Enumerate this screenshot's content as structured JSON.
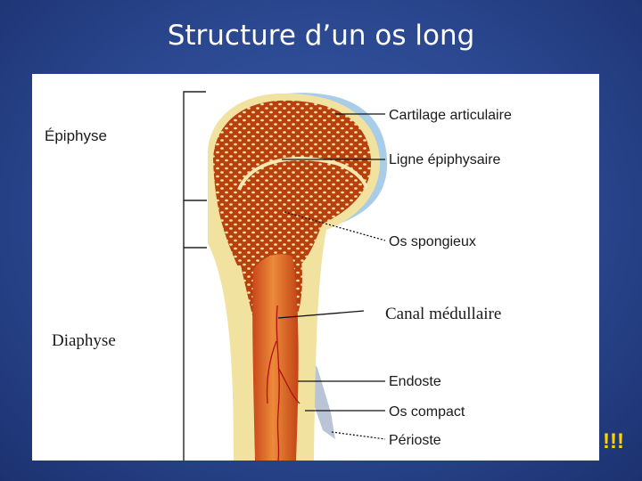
{
  "slide": {
    "title": "Structure d’un os long",
    "note": "!!!"
  },
  "diagram": {
    "regions": {
      "epiphysis": "Épiphyse",
      "diaphysis": "Diaphyse"
    },
    "labels": {
      "articular_cartilage": "Cartilage articulaire",
      "epiphyseal_line": "Ligne épiphysaire",
      "spongy_bone": "Os spongieux",
      "medullary_canal": "Canal médullaire",
      "endosteum": "Endoste",
      "compact_bone": "Os compact",
      "periosteum": "Périoste"
    },
    "colors": {
      "cartilage": "#a9cde8",
      "compact_bone": "#f3e3a2",
      "spongy_bone": "#b33a10",
      "marrow": "#d9631f",
      "title_text": "#ffffff",
      "note_text": "#ffd400"
    }
  }
}
